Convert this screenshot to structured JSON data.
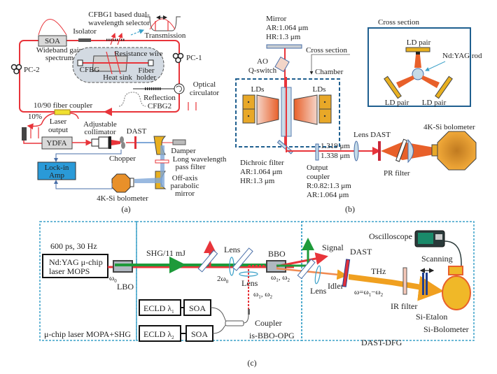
{
  "panel_a": {
    "caption": "(a)",
    "soa": "SOA",
    "isolator": "Isolator",
    "wideband_1": "Wideband gain",
    "wideband_2": "spectrum",
    "selector_1": "CFBG1 based dual-",
    "selector_2": "wavelength selector",
    "transmission": "Transmission",
    "resistance_wire": "Resistance wire",
    "cfbg": "CFBG",
    "heat_sink": "Heat sink",
    "fiber_holder_1": "Fiber",
    "fiber_holder_2": "holder",
    "pc1": "PC-1",
    "pc2": "PC-2",
    "circulator_1": "Optical",
    "circulator_2": "circulator",
    "reflection_1": "Reflection",
    "reflection_2": "CFBG2",
    "coupler": "10/90 fiber coupler",
    "ten_percent": "10%",
    "laser_output_1": "Laser",
    "laser_output_2": "output",
    "ydfa": "YDFA",
    "collimator_1": "Adjustable",
    "collimator_2": "collimator",
    "dast": "DAST",
    "chopper": "Chopper",
    "damper": "Damper",
    "lwp_1": "Long wavelength",
    "lwp_2": "pass filter",
    "oap_1": "Off-axis",
    "oap_2": "parabolic",
    "oap_3": "mirror",
    "lockin_1": "Lock-in",
    "lockin_2": "Amp",
    "bolometer": "4K-Si bolometer"
  },
  "panel_b": {
    "caption": "(b)",
    "mirror_1": "Mirror",
    "mirror_2": "AR:1.064 μm",
    "mirror_3": "HR:1.3 μm",
    "cross_section": "Cross section",
    "ao_1": "AO",
    "ao_2": "Q-switch",
    "chamber": "Chamber",
    "lds_left": "LDs",
    "lds_right": "LDs",
    "dichroic_1": "Dichroic filter",
    "dichroic_2": "AR:1.064 μm",
    "dichroic_3": "HR:1.3 μm",
    "wl_1": "1.319 μm",
    "wl_2": "1.338 μm",
    "oc_1": "Output",
    "oc_2": "coupler",
    "oc_3": "R:0.82:1.3 μm",
    "oc_4": "AR:1.064 μm",
    "lens_dast": "Lens DAST",
    "pr_filter": "PR filter",
    "bolometer": "4K-Si bolometer",
    "xs_title": "Cross section",
    "ld_pair_top": "LD pair",
    "ld_pair_left": "LD pair",
    "ld_pair_right": "LD pair",
    "rod": "Nd:YAG rod"
  },
  "panel_c": {
    "caption": "(c)",
    "pulse": "600 ps, 30 Hz",
    "mops_1": "Nd:YAG μ-chip",
    "mops_2": "laser MOPS",
    "omega0": "ω",
    "omega0_sub": "0",
    "lbo": "LBO",
    "section1": "μ-chip laser MOPA+SHG",
    "shg": "SHG/11 mJ",
    "lens_1": "Lens",
    "lens_2": "Lens",
    "two_omega0": "2ω",
    "two_omega0_sub": "0",
    "bbo": "BBO",
    "w12_a": "ω",
    "w12_b": "ω",
    "ecld1": "ECLD λ",
    "ecld1_sub": "1",
    "ecld2": "ECLD λ",
    "ecld2_sub": "2",
    "soa1": "SOA",
    "soa2": "SOA",
    "coupler": "Coupler",
    "section2": "is-BBO-OPG",
    "signal": "Signal",
    "dast": "DAST",
    "lens_3": "Lens",
    "idler": "Idler",
    "thz": "THz",
    "omega_eq": "ω=ω",
    "oscilloscope": "Oscilloscope",
    "scanning": "Scanning",
    "ir_filter": "IR filter",
    "si_etalon": "Si-Etalon",
    "si_bolometer": "Si-Bolometer",
    "section3": "DAST-DFG"
  },
  "colors": {
    "fiber_red": "#e8343a",
    "thz_blue": "#7fa8d8",
    "dashed_blue": "#1f5f8f",
    "cyan_dash": "#3aa0c8",
    "lockin_fill": "#2a9ad8",
    "gold": "#e8b020",
    "orange": "#e8602a",
    "green": "#1e9a3a"
  }
}
